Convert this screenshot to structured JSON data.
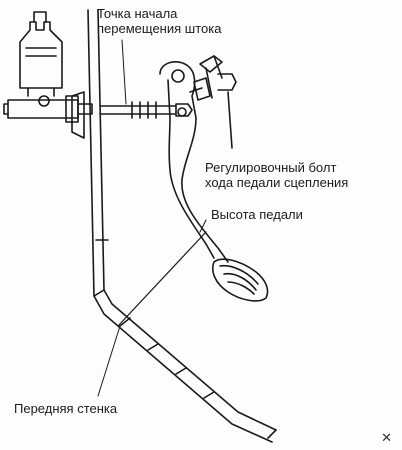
{
  "labels": {
    "rod_start_line1": "Точка начала",
    "rod_start_line2": "перемещения штока",
    "bolt_line1": "Регулировочный болт",
    "bolt_line2": "хода педали сцепления",
    "pedal_height": "Высота педали",
    "front_wall": "Передняя стенка"
  },
  "icons": {
    "corner": "close-icon"
  },
  "colors": {
    "line": "#1a1a1a",
    "background": "#fdfdfd"
  }
}
